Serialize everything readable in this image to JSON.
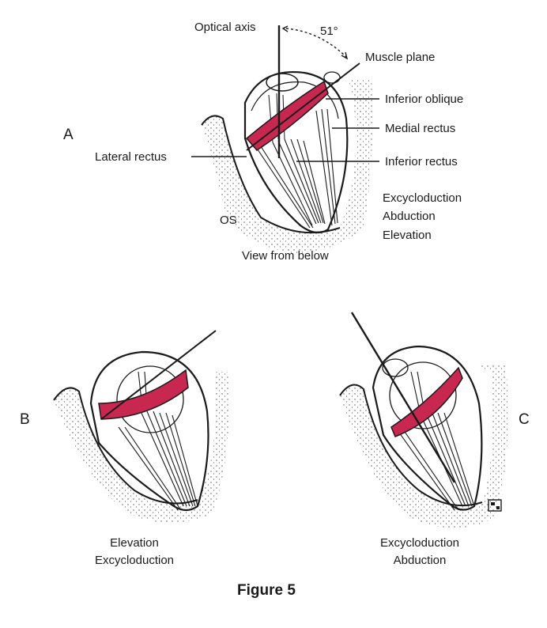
{
  "figure": {
    "title": "Figure 5",
    "colors": {
      "muscle": "#c8284f",
      "line": "#1a1a1a",
      "stipple": "#555555"
    }
  },
  "panel_a": {
    "letter": "A",
    "optical_axis": "Optical axis",
    "angle": "51°",
    "muscle_plane": "Muscle plane",
    "inferior_oblique": "Inferior oblique",
    "medial_rectus": "Medial rectus",
    "lateral_rectus": "Lateral rectus",
    "inferior_rectus": "Inferior rectus",
    "eye": "OS",
    "view": "View from below",
    "actions": [
      "Excycloduction",
      "Abduction",
      "Elevation"
    ]
  },
  "panel_b": {
    "letter": "B",
    "actions": [
      "Elevation",
      "Excycloduction"
    ]
  },
  "panel_c": {
    "letter": "C",
    "actions": [
      "Excycloduction",
      "Abduction"
    ]
  }
}
